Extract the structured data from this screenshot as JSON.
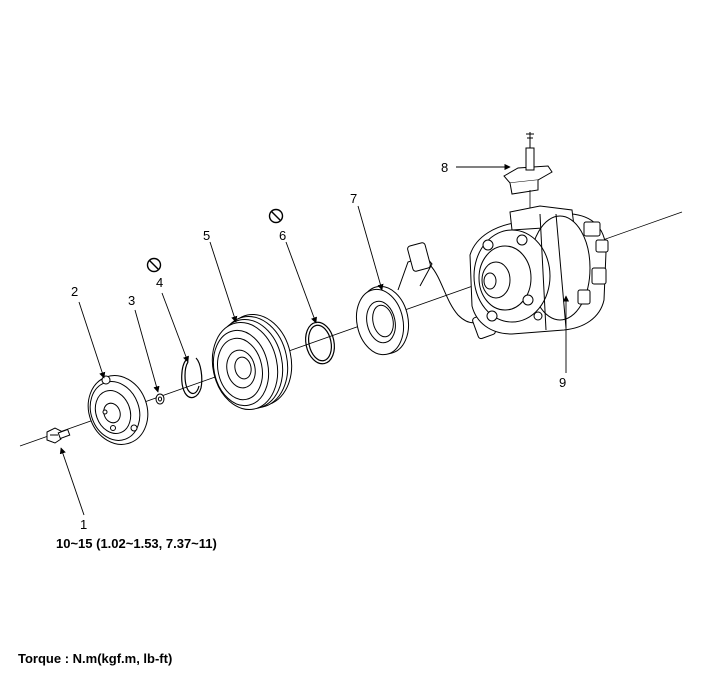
{
  "callouts": {
    "c1": "1",
    "c2": "2",
    "c3": "3",
    "c4": "4",
    "c5": "5",
    "c6": "6",
    "c7": "7",
    "c8": "8",
    "c9": "9"
  },
  "torque_spec": "10~15 (1.02~1.53, 7.37~11)",
  "torque_units": "Torque : N.m(kgf.m, lb-ft)"
}
